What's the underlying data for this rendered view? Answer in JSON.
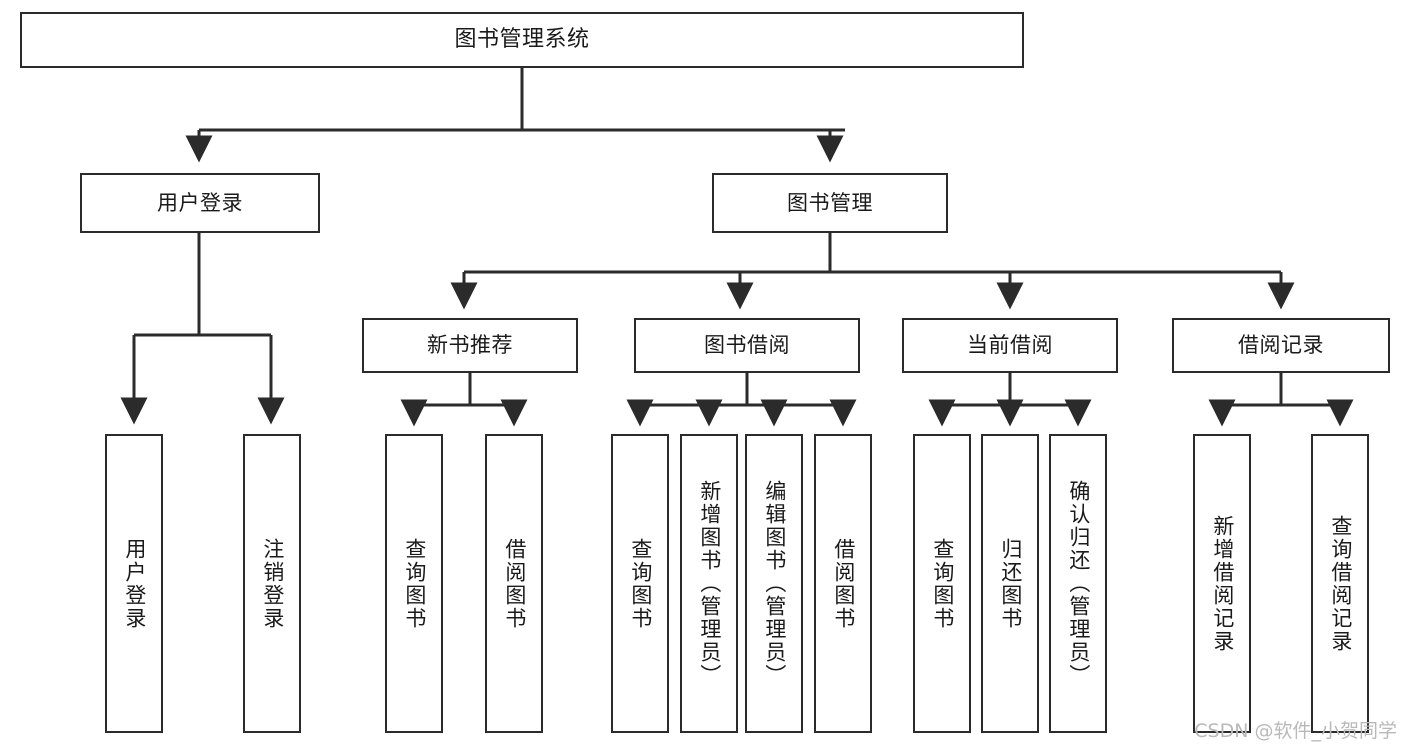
{
  "diagram": {
    "title": "图书管理系统",
    "watermark": "CSDN @软件_小贺同学",
    "line_color": "#2b2b2b",
    "box_fill": "#ffffff",
    "text_color": "#1a1a1a",
    "levels": {
      "root": {
        "label": "图书管理系统"
      },
      "level2": [
        {
          "label": "用户登录"
        },
        {
          "label": "图书管理"
        }
      ],
      "level3": [
        {
          "label": "新书推荐"
        },
        {
          "label": "图书借阅"
        },
        {
          "label": "当前借阅"
        },
        {
          "label": "借阅记录"
        }
      ],
      "leaves": {
        "user_login": [
          {
            "label": "用户登录"
          },
          {
            "label": "注销登录"
          }
        ],
        "new_book_recommend": [
          {
            "label": "查询图书"
          },
          {
            "label": "借阅图书"
          }
        ],
        "book_borrow": [
          {
            "label": "查询图书"
          },
          {
            "label": "新增图书（管理员）"
          },
          {
            "label": "编辑图书（管理员）"
          },
          {
            "label": "借阅图书"
          }
        ],
        "current_borrow": [
          {
            "label": "查询图书"
          },
          {
            "label": "归还图书"
          },
          {
            "label": "确认归还（管理员）"
          }
        ],
        "borrow_records": [
          {
            "label": "新增借阅记录"
          },
          {
            "label": "查询借阅记录"
          }
        ]
      }
    }
  }
}
